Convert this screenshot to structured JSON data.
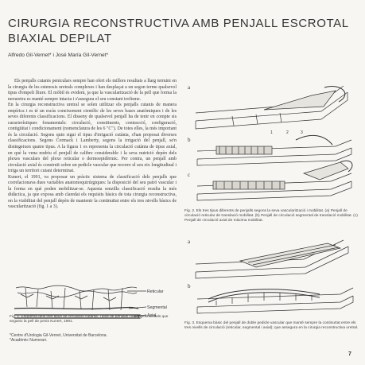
{
  "article": {
    "title_line1": "CIRURGIA RECONSTRUCTIVA AMB PENJALL ESCROTAL",
    "title_line2": "BIAXIAL DEPILAT",
    "authors": "Alfredo Gil-Vernet* i José María Gil-Vernet*"
  },
  "body": {
    "paragraph1": "Els penjalls cutanis peniculars sempre han ofert els millors resultats a llarg termini en la cirurgia de les estenosis uretrals complexes i han desplaçat a un segon terme qualsevol tipus d'empelt lliure. El mòbil és evident, ja que la vascularització de la pell que forma la neouretra es manté sempre intacta i s'assegura el seu constant trofisme.",
    "paragraph2": "En la cirurgia reconstructiva uretral se solen utilitzar els penjalls cutanis de manera empírica i es té un escàs coneixement científic de les seves bases anatòmiques i de les seves diferents classificacions. El disseny de qualsevol penjall ha de tenir en compte sis característiques fonamentals: circulació, constituents, contracció, configuració, contigüitat i condicionament (nomenclatura de les 6 \"C\"). De totes elles, la més important és la circulació. Segons quin sigui el tipus d'irrigació cutània, s'han proposat diverses classificacions. Segons Cormack i Lamberty, segons la irrigació del penjall, se'n distingeixen quatre tipus. A la figura 1 es representa la circulació cutània de tipus axial, en què la vena nodriu el penjall de calibre considerable i la seva nutrició depèn dels plexes vasculars del plexe reticular o dermoepidèrmic. Per contra, un penjall amb circulació axial és construït sobre un pedicle vascular que recorre el seu eix longitudinal i irriga un territori cutani determinat.",
    "paragraph3": "Kunert, el 1991, va proposar un pràctic sistema de classificació dels penjalls que correlacionava dues variables anatomoquirúrgiques: la disposició del seu patró vascular i la forma en què poden mobilitzar-se. Aquesta senzilla classificació resulta la més didàctica, ja que exposa amb claredat els requisits bàsics de tota cirurgia reconstructiva, on la viabilitat del penjall depèn de mantenir la continuïtat entre els tres nivells bàsics de vascularització (fig. 1 a 3)."
  },
  "figure1": {
    "label_reticular": "Reticular",
    "label_segmental": "Segmental",
    "label_axial": "Axial",
    "caption": "Fig. 1. Esquema dels tres tipus de circulació cutània. Tipus de penjalls cutanis elementals que segueix la pell de penis Kunert, 1991."
  },
  "footnotes": {
    "line1": "*Centre d'Urologia Gil-Vernet, Universitat de Barcelona.",
    "line2": "*Acadèmic Numerari."
  },
  "figure2": {
    "label_a": "a",
    "label_b": "b",
    "label_c": "c",
    "num1": "1",
    "num2": "2",
    "num3": "3",
    "caption": "Fig. 2. Els tres tipus diferents de penjalls segons la seva vascularització i mobilitat. (a) Penjall de circulació reticular de translació mobilitat. (b) Penjall de circulació segmental de translació mobilitat. (c) Penjall de circulació axial de màxima mobilitat."
  },
  "figure3": {
    "label_a": "a",
    "label_b": "b",
    "caption": "Fig. 3. Esquema bàsic del penjall de doble pedicle vascular que manté sempre la continuïtat entre els tres nivells de circulació (reticular, segmental i axial); que assegura en la cirurgia reconstructiva uretral."
  },
  "page": {
    "number": "7"
  }
}
